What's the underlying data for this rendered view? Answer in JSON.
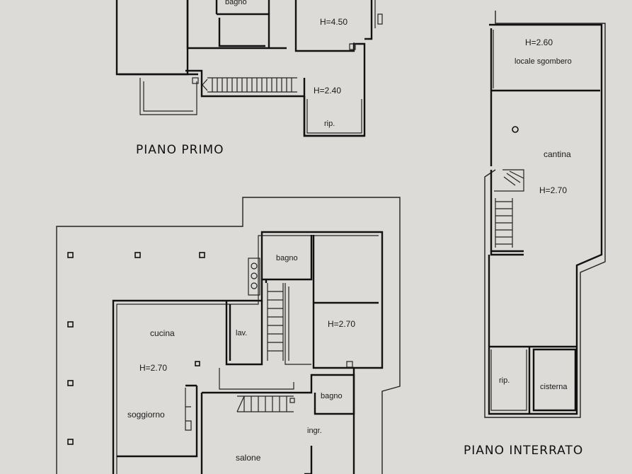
{
  "floors": {
    "primo": {
      "title": "PIANO PRIMO",
      "rooms": {
        "bagno": "bagno",
        "height_main": "H=4.50",
        "height_stairs": "H=2.40",
        "rip": "rip."
      }
    },
    "terra": {
      "rooms": {
        "bagno_top": "bagno",
        "cucina": "cucina",
        "height_cucina": "H=2.70",
        "lav": "lav.",
        "height_right": "H=2.70",
        "bagno_small": "bagno",
        "soggiorno": "soggiorno",
        "ingr": "ingr.",
        "salone": "salone"
      }
    },
    "interrato": {
      "title": "PIANO INTERRATO",
      "rooms": {
        "height_sgombero": "H=2.60",
        "locale_sgombero": "locale sgombero",
        "cantina": "cantina",
        "height_cantina": "H=2.70",
        "rip": "rip.",
        "cisterna": "cisterna"
      }
    }
  }
}
